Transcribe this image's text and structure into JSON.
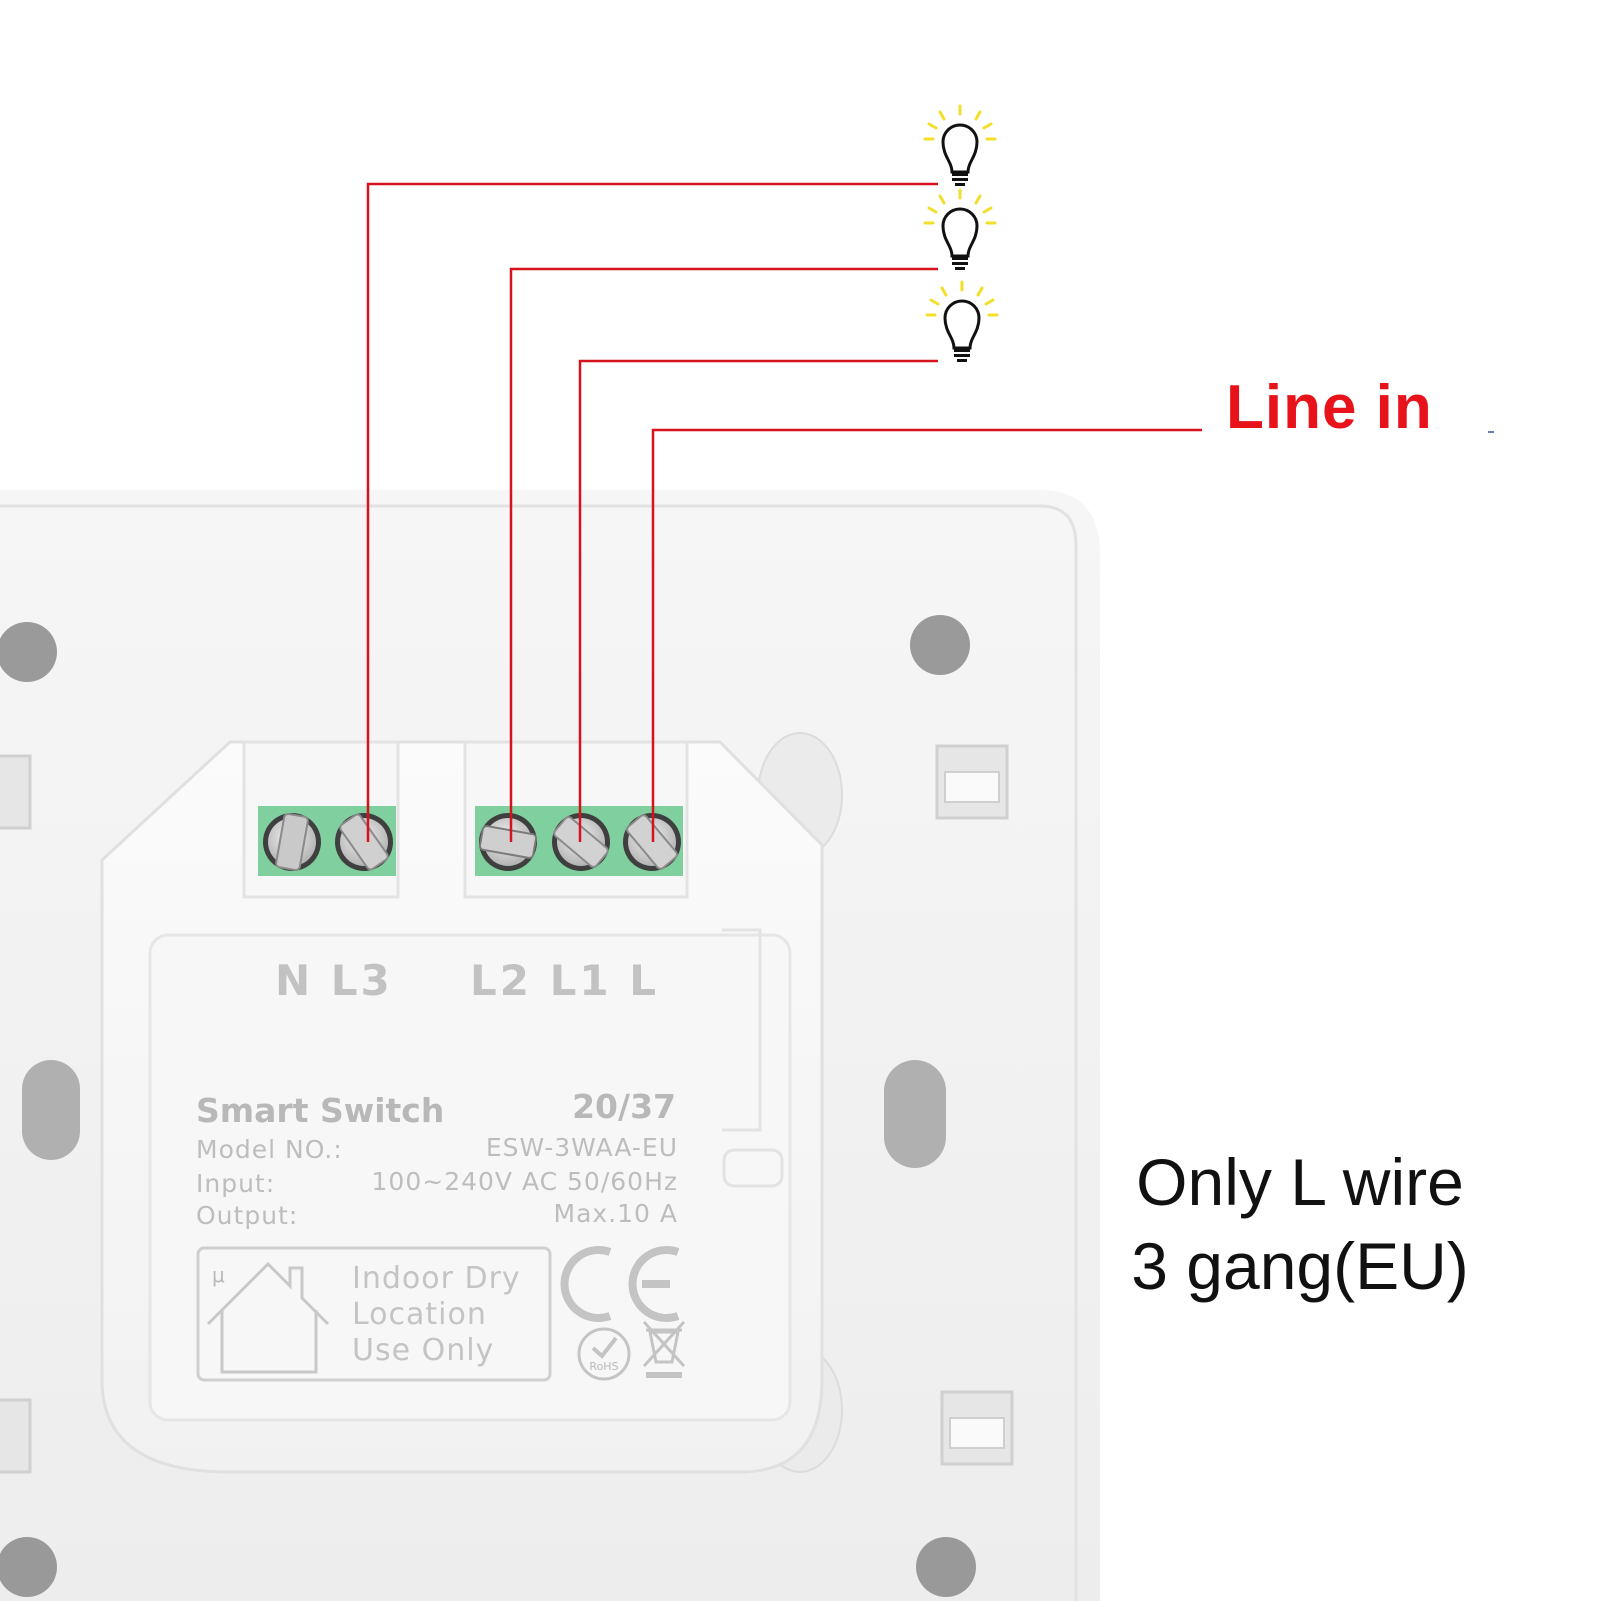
{
  "callouts": {
    "line_in": "Line in",
    "note_line1": "Only L wire",
    "note_line2": "3 gang(EU)"
  },
  "terminals": {
    "left_block": "N L3",
    "right_block": "L2 L1 L"
  },
  "label": {
    "product": "Smart Switch",
    "batch": "20/37",
    "model_key": "Model NO.:",
    "model_value": "ESW-3WAA-EU",
    "input_key": "Input:",
    "input_value": "100~240V AC 50/60Hz",
    "output_key": "Output:",
    "output_value": "Max.10 A",
    "indoor_line1": "Indoor Dry",
    "indoor_line2": "Location",
    "indoor_line3": "Use Only",
    "micro": "μ",
    "ce": "CE",
    "rohs": "RoHS"
  },
  "colors": {
    "wire": "#d6121c",
    "line_in_text": "#e8121b",
    "terminal_green": "#7fcf9f",
    "bulb_glow": "#f3df2a",
    "plate": "#f4f4f4"
  },
  "icons": [
    "light-bulb-icon",
    "house-icon",
    "ce-mark-icon",
    "rohs-icon",
    "weee-bin-icon"
  ]
}
